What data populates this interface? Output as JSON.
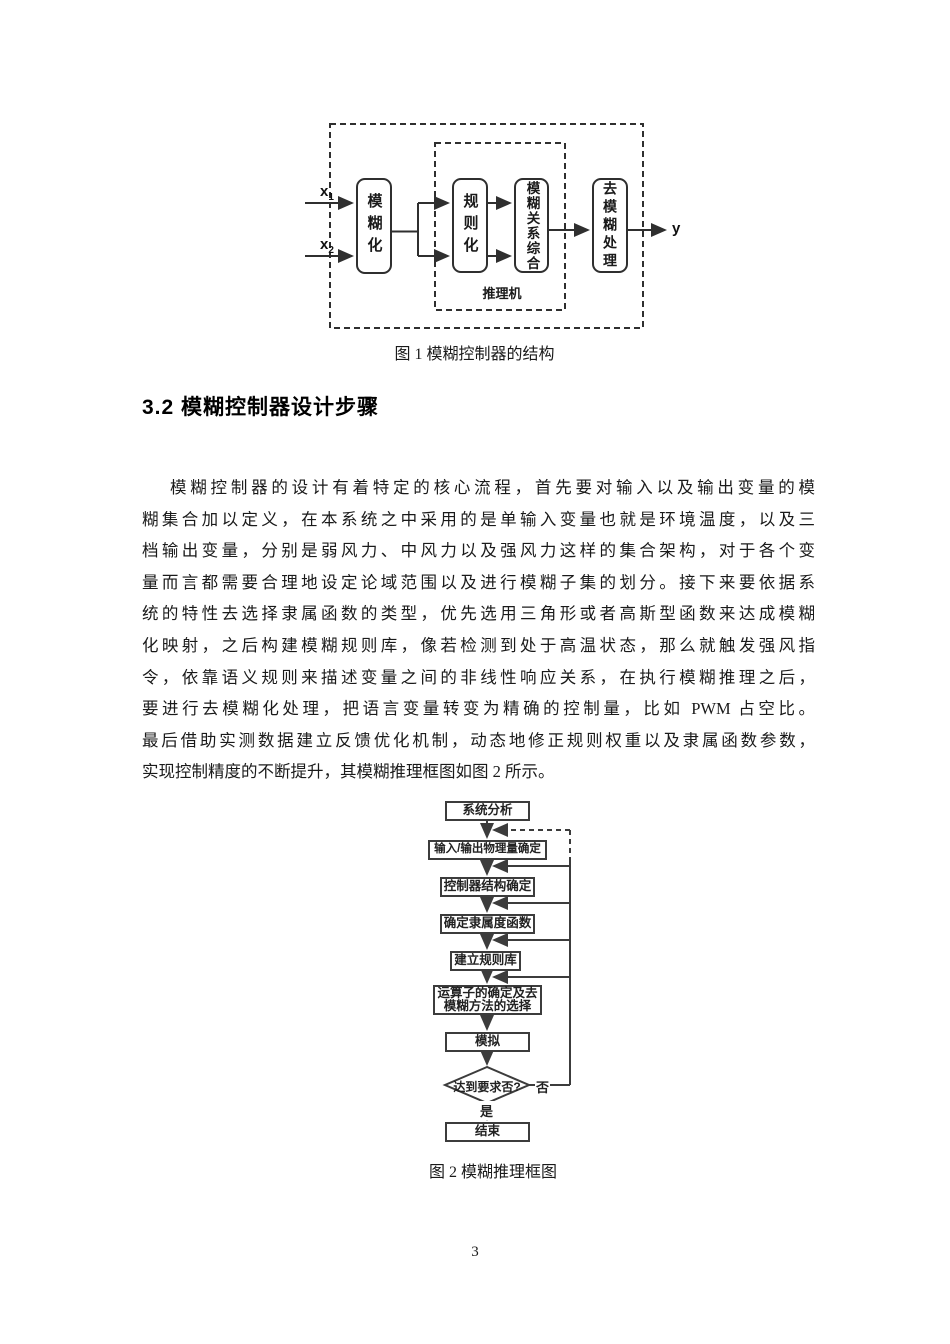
{
  "colors": {
    "diagram_line": "#333333",
    "text": "#1a1a1a"
  },
  "figure1": {
    "caption": "图 1 模糊控制器的结构",
    "inputs": {
      "x1_base": "x",
      "x1_sub": "1",
      "x2_base": "x",
      "x2_sub": "2"
    },
    "output_label": "y",
    "boxes": {
      "fuzzify": "模糊化",
      "rulize": "规则化",
      "relation": "模糊关系综合",
      "defuzzify": "去模糊处理"
    },
    "inference_engine_label": "推理机"
  },
  "section": {
    "number_and_title": "3.2 模糊控制器设计步骤"
  },
  "paragraph": {
    "lines": [
      "模糊控制器的设计有着特定的核心流程，首先要对输入以及输出变量的模",
      "糊集合加以定义，在本系统之中采用的是单输入变量也就是环境温度，以及三",
      "档输出变量，分别是弱风力、中风力以及强风力这样的集合架构，对于各个变",
      "量而言都需要合理地设定论域范围以及进行模糊子集的划分。接下来要依据系",
      "统的特性去选择隶属函数的类型，优先选用三角形或者高斯型函数来达成模糊",
      "化映射，之后构建模糊规则库，像若检测到处于高温状态，那么就触发强风指",
      "令，依靠语义规则来描述变量之间的非线性响应关系，在执行模糊推理之后，",
      "要进行去模糊化处理，把语言变量转变为精确的控制量，比如 PWM 占空比。",
      "最后借助实测数据建立反馈优化机制，动态地修正规则权重以及隶属函数参数，",
      "实现控制精度的不断提升，其模糊推理框图如图 2 所示。"
    ]
  },
  "figure2": {
    "caption": "图 2 模糊推理框图",
    "steps": [
      "系统分析",
      "输入/输出物理量确定",
      "控制器结构确定",
      "确定隶属度函数",
      "建立规则库"
    ],
    "step6_line1": "运算子的确定及去",
    "step6_line2": "模糊方法的选择",
    "step7": "模拟",
    "decision": "达到要求否?",
    "no_label": "否",
    "yes_label": "是",
    "end_label": "结束"
  },
  "page": {
    "number": "3"
  }
}
